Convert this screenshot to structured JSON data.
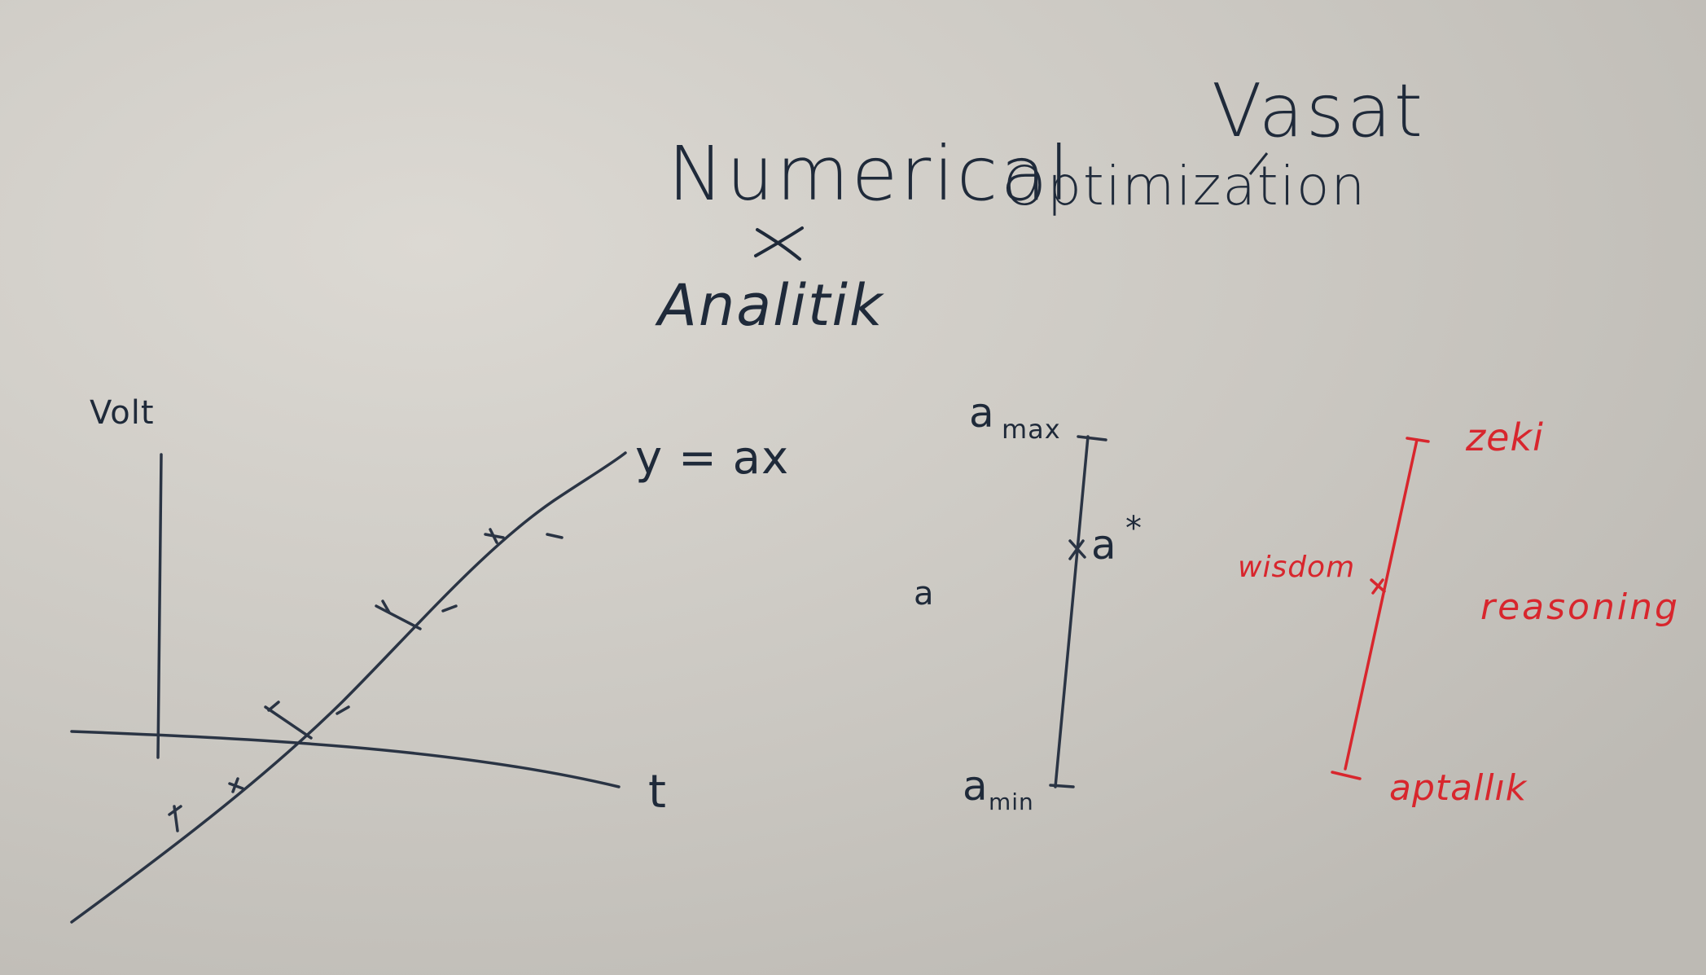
{
  "board": {
    "background": "#c9c6c1",
    "ink_colors": {
      "dark": "#1f2a3a",
      "red": "#d8262d"
    }
  },
  "titles": {
    "numerical": "Numerical",
    "optimization": "Optimization",
    "vasat": "Vasat",
    "analitik": "Analitik"
  },
  "left_plot": {
    "y_axis_label": "Volt",
    "equation": "y = ax",
    "x_axis_label": "t"
  },
  "scale_bar": {
    "variable": "a",
    "max_label": "a",
    "max_subscript": "max",
    "optimum_label": "a",
    "optimum_superscript": "*",
    "min_label": "a",
    "min_subscript": "min"
  },
  "red_scale": {
    "top": "zeki",
    "middle": "wisdom",
    "side": "reasoning",
    "bottom": "aptallık"
  }
}
